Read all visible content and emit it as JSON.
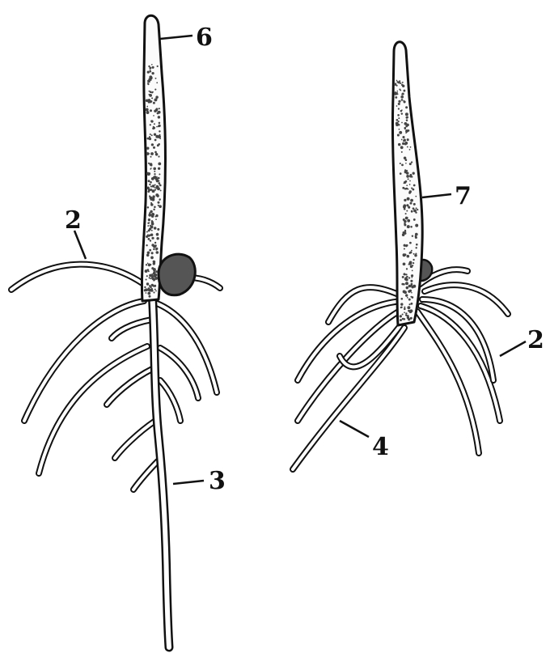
{
  "labels": {
    "left_seedling": {
      "tip": "6",
      "root_left": "2",
      "main_root": "3"
    },
    "right_seedling": {
      "stem": "7",
      "root_right": "2",
      "root_lower": "4"
    }
  }
}
